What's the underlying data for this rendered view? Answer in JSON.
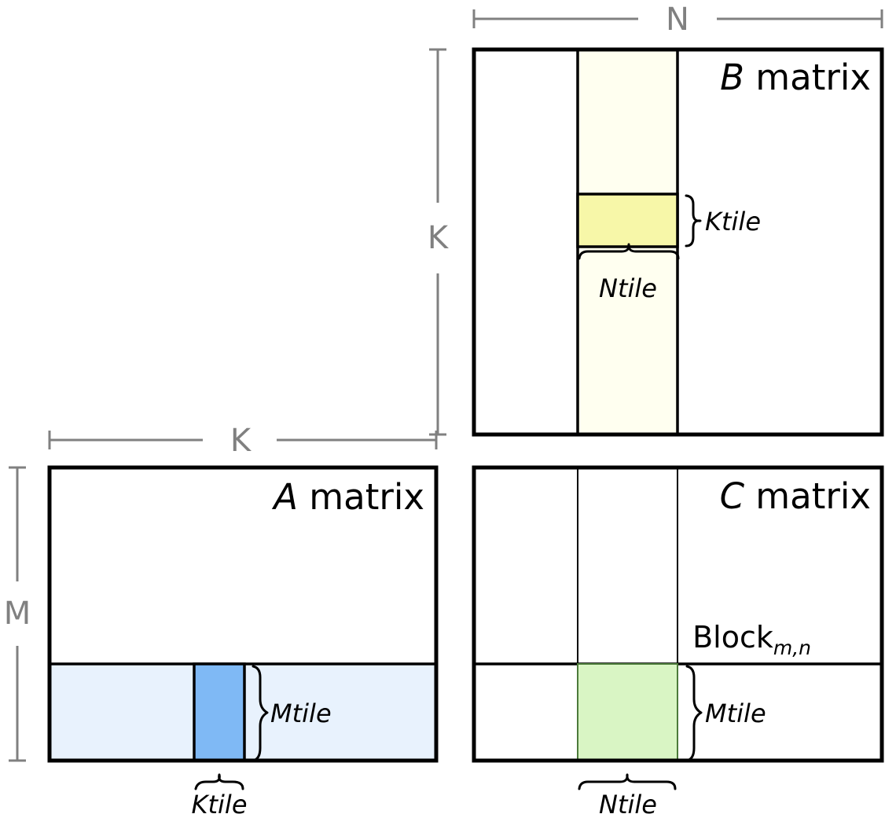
{
  "diagram": {
    "title_semantic": "tiled-matrix-multiplication-blocking-diagram",
    "background_color": "#ffffff",
    "dimension_labels": {
      "n_top": "N",
      "k_left": "K",
      "k_top": "K",
      "m_left": "M"
    },
    "matrices": [
      {
        "id": "b-matrix",
        "label_italic": "B",
        "label_rest": " matrix",
        "outline_color": "#000000",
        "fill_color": "#ffffff",
        "column_strip_color": "#fffff0",
        "tile_color": "#f7f7a8",
        "tile_stroke": "#000000",
        "braces": [
          {
            "id": "b-ktile-brace",
            "label": "Ktile",
            "orientation": "vertical"
          },
          {
            "id": "b-ntile-brace",
            "label": "Ntile",
            "orientation": "horizontal"
          }
        ]
      },
      {
        "id": "a-matrix",
        "label_italic": "A",
        "label_rest": " matrix",
        "outline_color": "#000000",
        "fill_color": "#ffffff",
        "row_strip_color": "#e8f2fd",
        "tile_color": "#7fb9f5",
        "tile_stroke": "#000000",
        "braces": [
          {
            "id": "a-mtile-brace",
            "label": "Mtile",
            "orientation": "vertical"
          },
          {
            "id": "a-ktile-brace",
            "label": "Ktile",
            "orientation": "horizontal"
          }
        ]
      },
      {
        "id": "c-matrix",
        "label_italic": "C",
        "label_rest": " matrix",
        "outline_color": "#000000",
        "fill_color": "#ffffff",
        "tile_color": "#d9f5c4",
        "tile_stroke": "#4c7a3a",
        "block_label_main": "Block",
        "block_label_sub": "m,n",
        "braces": [
          {
            "id": "c-mtile-brace",
            "label": "Mtile",
            "orientation": "vertical"
          },
          {
            "id": "c-ntile-brace",
            "label": "Ntile",
            "orientation": "horizontal"
          }
        ]
      }
    ],
    "colors": {
      "dimension_line": "#808080",
      "outline": "#000000",
      "b_strip": "#fffff0",
      "b_tile": "#f7f7a8",
      "a_strip": "#e8f2fd",
      "a_tile": "#7fb9f5",
      "c_tile": "#d9f5c4"
    }
  }
}
